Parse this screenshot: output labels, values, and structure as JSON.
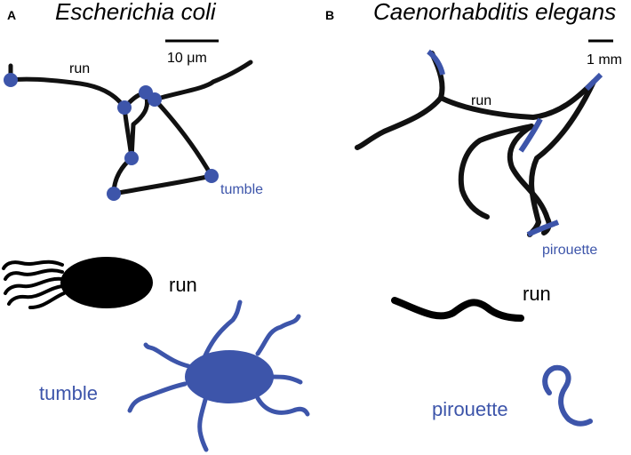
{
  "panel_a": {
    "letter": "A",
    "species": "Escherichia coli",
    "scale_bar_label": "10 μm",
    "track_run_label": "run",
    "track_tumble_label": "tumble",
    "cell_run_label": "run",
    "cell_tumble_label": "tumble"
  },
  "panel_b": {
    "letter": "B",
    "species": "Caenorhabditis elegans",
    "scale_bar_label": "1 mm",
    "track_run_label": "run",
    "track_pirouette_label": "pirouette",
    "worm_run_label": "run",
    "worm_pirouette_label": "pirouette"
  },
  "colors": {
    "run": "#111111",
    "tumble": "#3d55aa",
    "cell_body": "#000000"
  }
}
